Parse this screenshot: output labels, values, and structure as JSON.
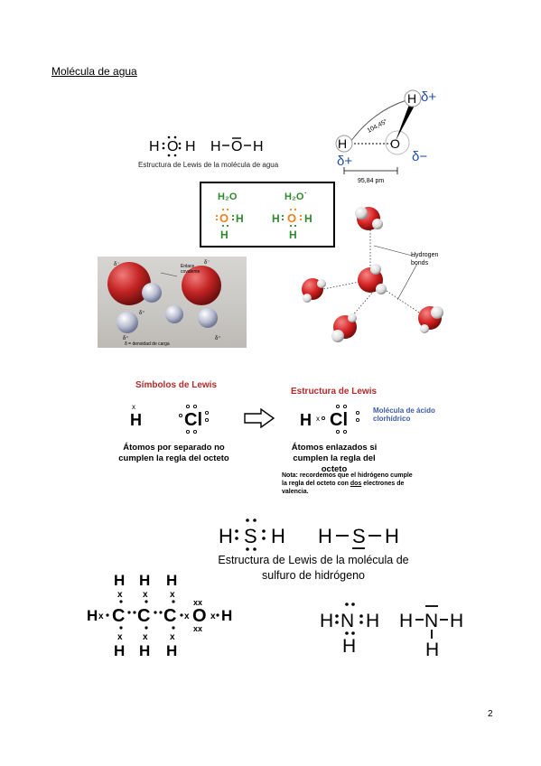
{
  "page": {
    "title": "Molécula de agua",
    "page_number": "2"
  },
  "water_lewis": {
    "caption": "Estructura de Lewis de la molécula de agua"
  },
  "water_geometry": {
    "angle": "104,45°",
    "bond_length": "95,84 pm",
    "delta_plus": "δ+",
    "delta_minus": "δ−",
    "atom_o": "O",
    "atom_h": "H"
  },
  "water_box": {
    "label_left": "H₂O",
    "label_right": "H₂O˙",
    "atom_o": "O",
    "atom_h": "H"
  },
  "water_photo": {
    "label_top": "Enlace covalente",
    "legend": "δ = densidad de carga",
    "delta_marks": [
      "δ⁻",
      "δ⁺",
      "δ⁺",
      "δ⁺",
      "δ⁻"
    ]
  },
  "hydrogen_bonds": {
    "label": "Hydrogen bonds"
  },
  "hcl": {
    "left_title": "Símbolos de Lewis",
    "right_title": "Estructura de Lewis",
    "atom_h": "H",
    "atom_cl": "Cl",
    "molecule_name": "Molécula de ácido clorhídrico",
    "left_caption": "Átomos por separado no cumplen la regla del octeto",
    "right_caption": "Átomos enlazados si cumplen la regla del octeto",
    "note_prefix": "Nota: recordemos que el hidrógeno cumple la regla del octeto con ",
    "note_emph": "dos",
    "note_suffix": " electrones de valencia."
  },
  "h2s": {
    "atom_s": "S",
    "atom_h": "H",
    "caption": "Estructura de Lewis de la molécula de sulfuro de hidrógeno"
  },
  "ethanol": {
    "atom_c": "C",
    "atom_o": "O",
    "atom_h": "H",
    "electron_x": "x",
    "electron_xx": "xx"
  },
  "ammonia": {
    "atom_n": "N",
    "atom_h": "H"
  }
}
